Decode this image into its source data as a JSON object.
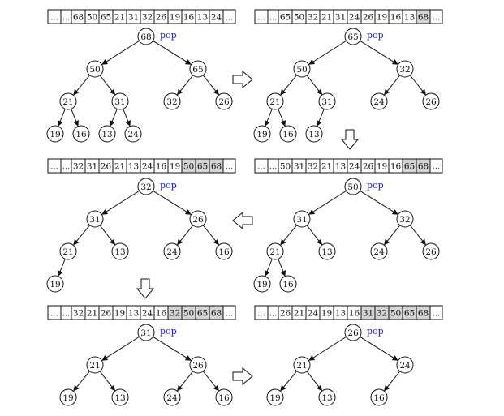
{
  "pop_label": "pop",
  "colors": {
    "pop_label": "#1a1ad8",
    "sorted_cell": "#d4d4d4",
    "stroke": "#111111"
  },
  "panels": [
    {
      "id": "p1",
      "array": [
        "...",
        "...",
        "68",
        "50",
        "65",
        "21",
        "31",
        "32",
        "26",
        "19",
        "16",
        "13",
        "24",
        "..."
      ],
      "sorted_count": 0,
      "nodes": [
        "68",
        "50",
        "65",
        "21",
        "31",
        "32",
        "26",
        "19",
        "16",
        "13",
        "24"
      ]
    },
    {
      "id": "p2",
      "array": [
        "...",
        "...",
        "65",
        "50",
        "32",
        "21",
        "31",
        "24",
        "26",
        "19",
        "16",
        "13",
        "68",
        "..."
      ],
      "sorted_count": 1,
      "nodes": [
        "65",
        "50",
        "32",
        "21",
        "31",
        "24",
        "26",
        "19",
        "16",
        "13"
      ]
    },
    {
      "id": "p3",
      "array": [
        "...",
        "...",
        "50",
        "31",
        "32",
        "21",
        "13",
        "24",
        "26",
        "19",
        "16",
        "65",
        "68",
        "..."
      ],
      "sorted_count": 2,
      "nodes": [
        "50",
        "31",
        "32",
        "21",
        "13",
        "24",
        "26",
        "19",
        "16"
      ]
    },
    {
      "id": "p4",
      "array": [
        "...",
        "...",
        "32",
        "31",
        "26",
        "21",
        "13",
        "24",
        "16",
        "19",
        "50",
        "65",
        "68",
        "..."
      ],
      "sorted_count": 3,
      "nodes": [
        "32",
        "31",
        "26",
        "21",
        "13",
        "24",
        "16",
        "19"
      ]
    },
    {
      "id": "p5",
      "array": [
        "...",
        "...",
        "32",
        "21",
        "26",
        "19",
        "13",
        "24",
        "16",
        "32",
        "50",
        "65",
        "68",
        "..."
      ],
      "sorted_count": 4,
      "nodes": [
        "31",
        "21",
        "26",
        "19",
        "13",
        "24",
        "16"
      ]
    },
    {
      "id": "p6",
      "array": [
        "...",
        "...",
        "26",
        "21",
        "24",
        "19",
        "13",
        "16",
        "31",
        "32",
        "50",
        "65",
        "68",
        "..."
      ],
      "sorted_count": 5,
      "nodes": [
        "26",
        "21",
        "24",
        "19",
        "13",
        "16"
      ]
    }
  ]
}
